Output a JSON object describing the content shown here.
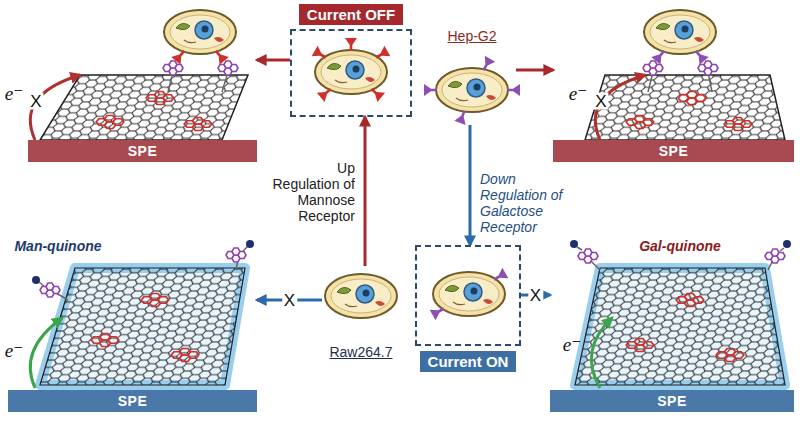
{
  "diagram": {
    "nodes": [
      {
        "text": [
          "Current OFF"
        ]
      },
      {
        "text": [
          "Hep-G2"
        ]
      },
      {
        "text": [
          "Raw264.7"
        ]
      },
      {
        "text": [
          "Current ON"
        ]
      },
      {
        "text": [
          "SPE"
        ]
      },
      {
        "text": [
          "SPE"
        ]
      },
      {
        "text": [
          "SPE"
        ]
      },
      {
        "text": [
          "SPE"
        ]
      }
    ],
    "edges": [
      {
        "from": 0,
        "to": 4,
        "arrow": "to"
      },
      {
        "from": 1,
        "to": 5,
        "arrow": "to"
      },
      {
        "from": 1,
        "to": 3,
        "arrow": "to",
        "label": "Down Regulation of Galactose Receptor"
      },
      {
        "from": 2,
        "to": 0,
        "arrow": "to",
        "label": "Up Regulation of Mannose Receptor"
      },
      {
        "from": 2,
        "to": 6,
        "arrow": "to",
        "label": "X"
      },
      {
        "from": 3,
        "to": 7,
        "arrow": "to",
        "label": "X"
      }
    ],
    "labels": [
      "e⁻",
      "X",
      "e⁻",
      "X",
      "Man-quinone",
      "e⁻",
      "Gal-quinone",
      "e⁻"
    ]
  }
}
